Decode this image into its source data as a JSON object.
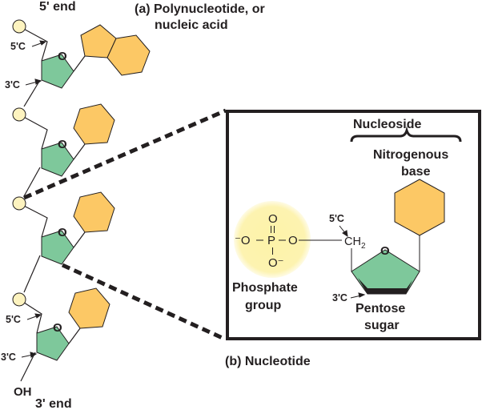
{
  "colors": {
    "base": "#fcc865",
    "sugar": "#7ec89b",
    "phosphate": "#fdf3bf",
    "phosphate_glow": "#fdf1a6",
    "outline": "#231f20"
  },
  "panel_a": {
    "title_line1": "(a) Polynucleotide, or",
    "title_line2": "nucleic acid",
    "five_prime_end": "5' end",
    "three_prime_end": "3' end",
    "oh_label": "OH",
    "carbon_5_label": "5'C",
    "carbon_3_label": "3'C",
    "ring_oxygen": "O",
    "nucleotide_count": 4
  },
  "panel_b": {
    "title": "(b) Nucleotide",
    "nucleoside_label": "Nucleoside",
    "base_label_line1": "Nitrogenous",
    "base_label_line2": "base",
    "phosphate_label_line1": "Phosphate",
    "phosphate_label_line2": "group",
    "sugar_label_line1": "Pentose",
    "sugar_label_line2": "sugar",
    "carbon_5_label": "5'C",
    "carbon_3_label": "3'C",
    "ch2_main": "CH",
    "ch2_sub": "2",
    "ring_oxygen": "O",
    "phosphate_formula": {
      "top_o": "O",
      "left_o": "⁻O",
      "p": "P",
      "right_o": "O",
      "bottom_o": "O⁻",
      "dash": "–",
      "double_bond": "||",
      "single_bond": "|"
    }
  }
}
